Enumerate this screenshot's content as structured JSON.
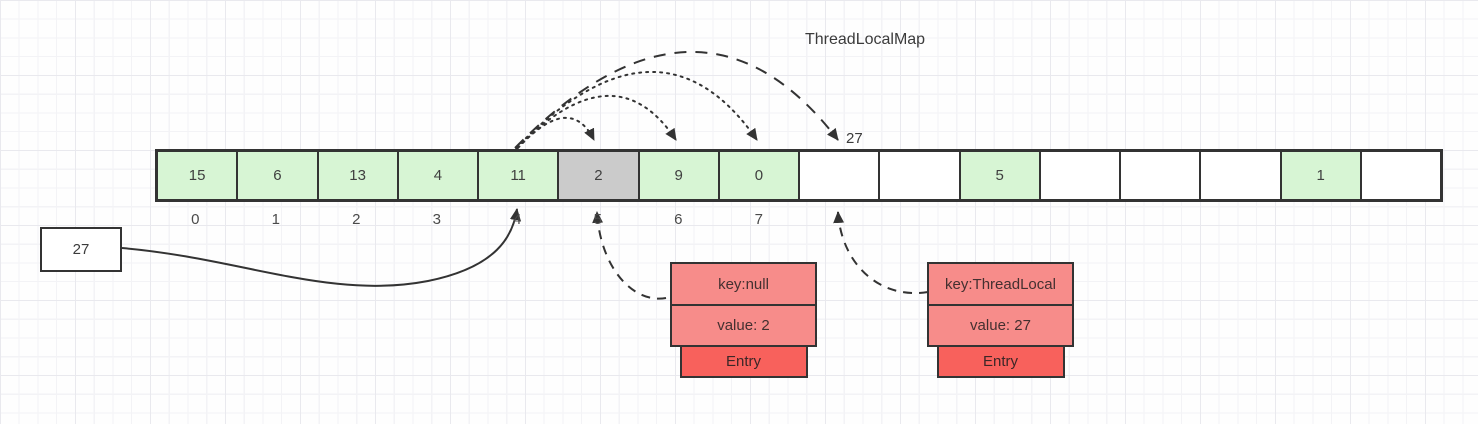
{
  "title": "ThreadLocalMap",
  "probe_value_label": "27",
  "source_box": {
    "value": "27"
  },
  "array": {
    "cells": [
      {
        "value": "15",
        "state": "green"
      },
      {
        "value": "6",
        "state": "green"
      },
      {
        "value": "13",
        "state": "green"
      },
      {
        "value": "4",
        "state": "green"
      },
      {
        "value": "11",
        "state": "green"
      },
      {
        "value": "2",
        "state": "gray"
      },
      {
        "value": "9",
        "state": "green"
      },
      {
        "value": "0",
        "state": "green"
      },
      {
        "value": "",
        "state": "empty"
      },
      {
        "value": "",
        "state": "empty"
      },
      {
        "value": "5",
        "state": "green"
      },
      {
        "value": "",
        "state": "empty"
      },
      {
        "value": "",
        "state": "empty"
      },
      {
        "value": "",
        "state": "empty"
      },
      {
        "value": "1",
        "state": "green"
      },
      {
        "value": "",
        "state": "empty"
      }
    ],
    "index_labels": [
      "0",
      "1",
      "2",
      "3",
      "4",
      "5",
      "6",
      "7"
    ]
  },
  "entries": [
    {
      "key": "key:null",
      "value": "value: 2",
      "footer": "Entry"
    },
    {
      "key": "key:ThreadLocal",
      "value": "value: 27",
      "footer": "Entry"
    }
  ],
  "colors": {
    "cell_filled": "#d7f5d4",
    "cell_stale": "#cbcbcb",
    "cell_empty": "#ffffff",
    "entry_body": "#f78c8a",
    "entry_footer": "#f8615c",
    "stroke": "#333333"
  }
}
